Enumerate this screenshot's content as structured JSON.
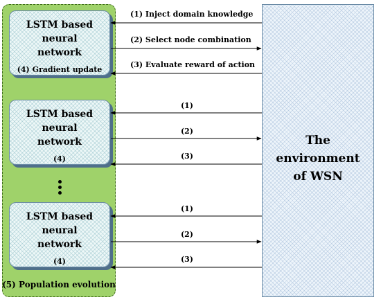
{
  "population_label": "(5) Population evolution",
  "environment": {
    "line1": "The environment",
    "line2": "of WSN"
  },
  "networks": [
    {
      "title": "LSTM based neural network",
      "step": "(4) Gradient update"
    },
    {
      "title": "LSTM based neural network",
      "step": "(4)"
    },
    {
      "title": "LSTM based neural network",
      "step": "(4)"
    }
  ],
  "edges": [
    {
      "label": "(1) Inject domain knowledge",
      "direction": "to-network"
    },
    {
      "label": "(2) Select node combination",
      "direction": "to-environment"
    },
    {
      "label": "(3) Evaluate reward of action",
      "direction": "to-network"
    },
    {
      "label": "(1)",
      "direction": "to-network"
    },
    {
      "label": "(2)",
      "direction": "to-environment"
    },
    {
      "label": "(3)",
      "direction": "to-network"
    },
    {
      "label": "(1)",
      "direction": "to-network"
    },
    {
      "label": "(2)",
      "direction": "to-environment"
    },
    {
      "label": "(3)",
      "direction": "to-network"
    }
  ],
  "ellipsis": "more networks"
}
